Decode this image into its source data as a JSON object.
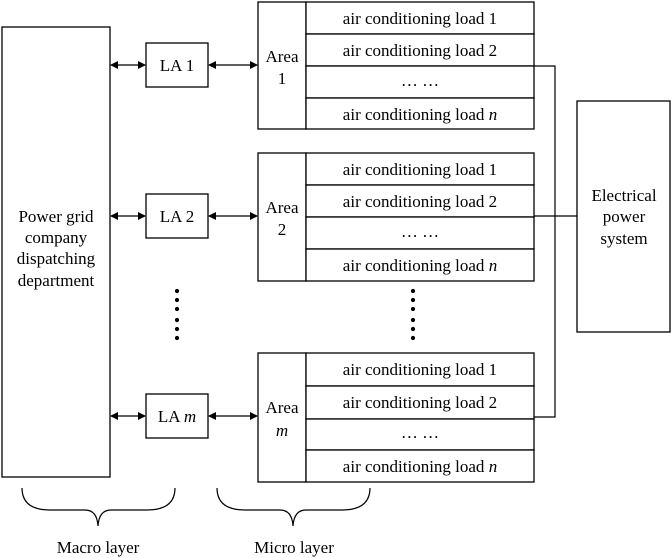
{
  "dispatch": {
    "lines": [
      "Power grid",
      "company",
      "dispatching",
      "department"
    ]
  },
  "eps": {
    "lines": [
      "Electrical",
      "power",
      "system"
    ]
  },
  "la": [
    {
      "label": "LA ",
      "suffix": "1"
    },
    {
      "label": "LA ",
      "suffix": "2"
    },
    {
      "label": "LA ",
      "suffix": "m"
    }
  ],
  "areas": [
    {
      "label": "Area",
      "index": "1"
    },
    {
      "label": "Area",
      "index": "2"
    },
    {
      "label": "Area",
      "index": "m"
    }
  ],
  "loads": {
    "load1": "air conditioning load 1",
    "load2": "air conditioning load 2",
    "ellipsis": "… …",
    "loadn_prefix": "air conditioning load ",
    "loadn_var": "n"
  },
  "layers": {
    "macro": "Macro layer",
    "micro": "Micro layer"
  }
}
